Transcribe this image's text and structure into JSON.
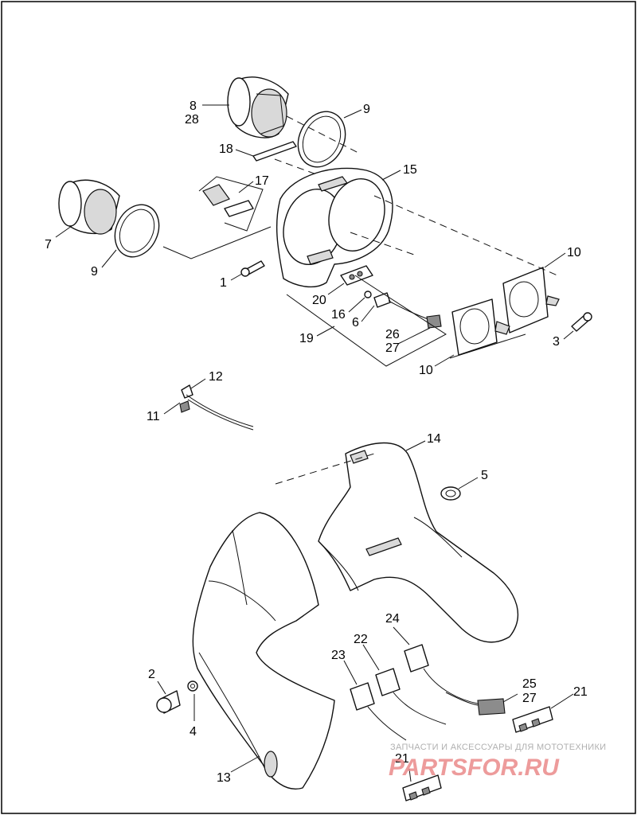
{
  "callouts": {
    "c8": "8",
    "c28": "28",
    "c9a": "9",
    "c18": "18",
    "c15": "15",
    "c17": "17",
    "c7": "7",
    "c9b": "9",
    "c1": "1",
    "c20": "20",
    "c16": "16",
    "c6": "6",
    "c19": "19",
    "c26": "26",
    "c27a": "27",
    "c10a": "10",
    "c10b": "10",
    "c3": "3",
    "c12": "12",
    "c11": "11",
    "c14": "14",
    "c5": "5",
    "c24": "24",
    "c22": "22",
    "c23": "23",
    "c25": "25",
    "c27b": "27",
    "c21a": "21",
    "c21b": "21",
    "c2": "2",
    "c4": "4",
    "c13": "13"
  },
  "watermark": {
    "tagline": "ЗАПЧАСТИ И АКСЕССУАРЫ ДЛЯ МОТОТЕХНИКИ",
    "logo": "PARTSFOR.RU"
  },
  "colors": {
    "line": "#111111",
    "shade": "#d9d9d9",
    "watermark_red": "#e05050"
  }
}
